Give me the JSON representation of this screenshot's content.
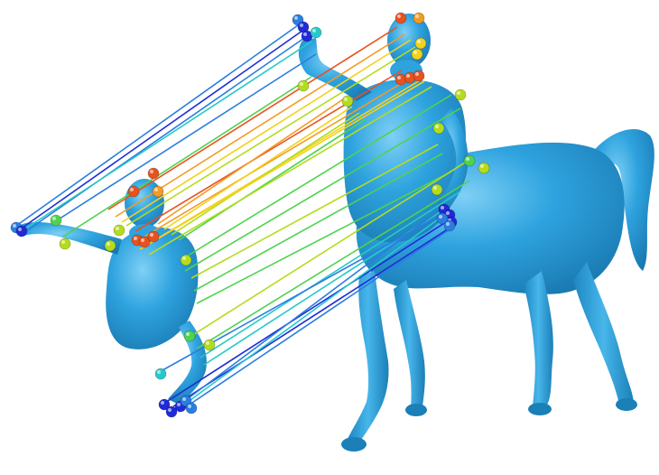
{
  "colors": {
    "background": "#ffffff",
    "body_fill": "#2ea3df",
    "body_shade": "#1b7fb8",
    "body_highlight": "#7fd0f5",
    "line_palette": [
      "#1f2bd6",
      "#2a7de1",
      "#26c9c9",
      "#4fd34f",
      "#b4dc1c",
      "#f2d21b",
      "#f59a23",
      "#e8521e"
    ]
  },
  "scene": {
    "description_icon": "centaur-icon",
    "partial_shape": "partial-centaur-torso",
    "full_shape": "full-centaur",
    "correspondences_icon": "correspondence-lines"
  }
}
